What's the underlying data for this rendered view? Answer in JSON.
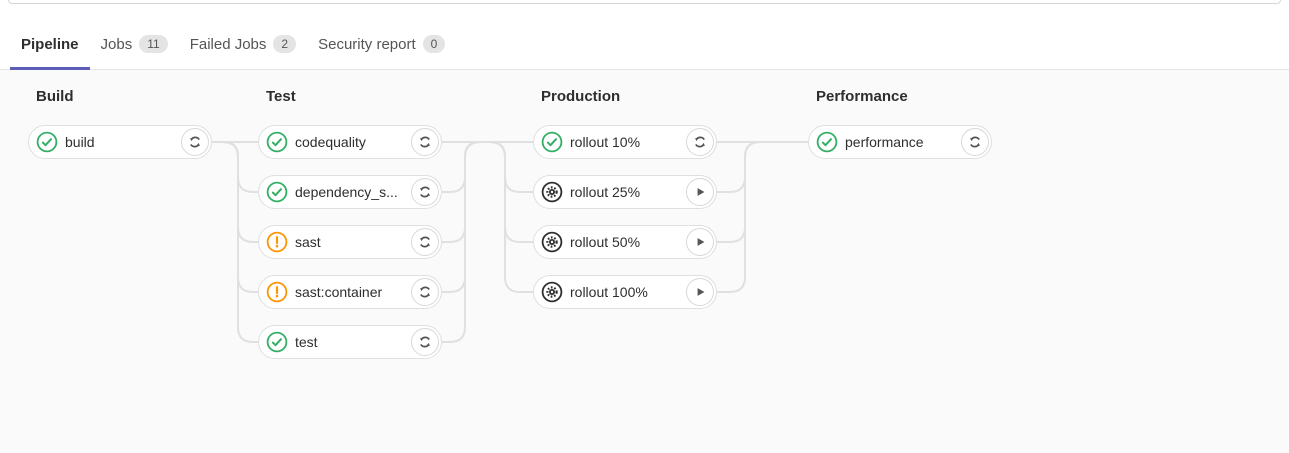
{
  "tabs": [
    {
      "label": "Pipeline",
      "badge": null,
      "active": true
    },
    {
      "label": "Jobs",
      "badge": "11",
      "active": false
    },
    {
      "label": "Failed Jobs",
      "badge": "2",
      "active": false
    },
    {
      "label": "Security report",
      "badge": "0",
      "active": false
    }
  ],
  "stages": [
    {
      "title": "Build",
      "jobs": [
        {
          "name": "build",
          "status": "success",
          "action": "retry"
        }
      ]
    },
    {
      "title": "Test",
      "jobs": [
        {
          "name": "codequality",
          "status": "success",
          "action": "retry"
        },
        {
          "name": "dependency_s...",
          "status": "success",
          "action": "retry"
        },
        {
          "name": "sast",
          "status": "warning",
          "action": "retry"
        },
        {
          "name": "sast:container",
          "status": "warning",
          "action": "retry"
        },
        {
          "name": "test",
          "status": "success",
          "action": "retry"
        }
      ]
    },
    {
      "title": "Production",
      "jobs": [
        {
          "name": "rollout 10%",
          "status": "success",
          "action": "retry"
        },
        {
          "name": "rollout 25%",
          "status": "manual",
          "action": "play"
        },
        {
          "name": "rollout 50%",
          "status": "manual",
          "action": "play"
        },
        {
          "name": "rollout 100%",
          "status": "manual",
          "action": "play"
        }
      ]
    },
    {
      "title": "Performance",
      "jobs": [
        {
          "name": "performance",
          "status": "success",
          "action": "retry"
        }
      ]
    }
  ],
  "colors": {
    "success": "#31af64",
    "warning": "#fc9403",
    "manual": "#2e2e2e",
    "connector": "#e0e0e0",
    "tab_accent": "#5e5db8",
    "badge_bg": "#e4e4e4"
  }
}
